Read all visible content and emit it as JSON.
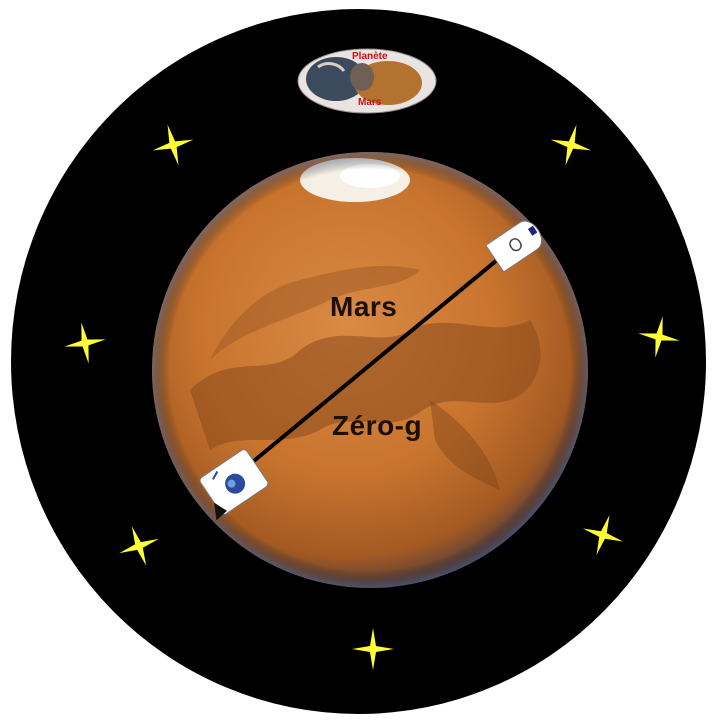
{
  "patch": {
    "title": "Mars",
    "subtitle": "Zéro-g",
    "logo_line1": "Planète",
    "logo_line2": "Mars"
  },
  "colors": {
    "background": "#000000",
    "star": "#ffff33",
    "mars_base": "#c8742e",
    "logo_text": "#cc1010"
  },
  "icons": [
    "star-icon",
    "spacecraft-icon",
    "earth-emblem-icon"
  ]
}
